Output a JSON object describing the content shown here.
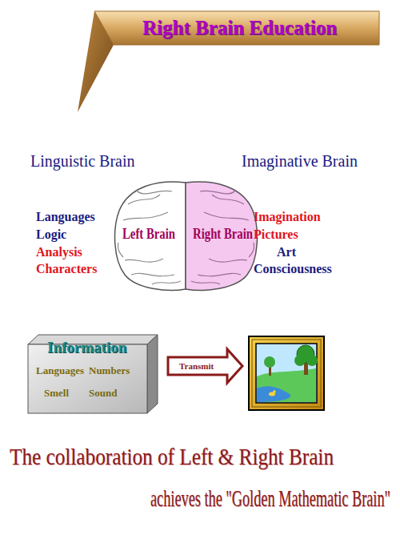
{
  "diagram": {
    "title": "Right Brain Education",
    "nodes": [
      {
        "text": [
          "Left Brain"
        ]
      },
      {
        "text": [
          "Right Brain"
        ]
      },
      {
        "text": [
          "Information",
          "Languages",
          "Numbers",
          "Smell",
          "Sound"
        ]
      }
    ],
    "labels": [
      "Linguistic Brain",
      "Imaginative Brain",
      "Languages",
      "Logic",
      "Analysis",
      "Characters",
      "Imagination",
      "Pictures",
      "Art",
      "Consciousness",
      "Transmit",
      "The collaboration of Left & Right Brain",
      "achieves the \"Golden Mathematic Brain\""
    ]
  }
}
